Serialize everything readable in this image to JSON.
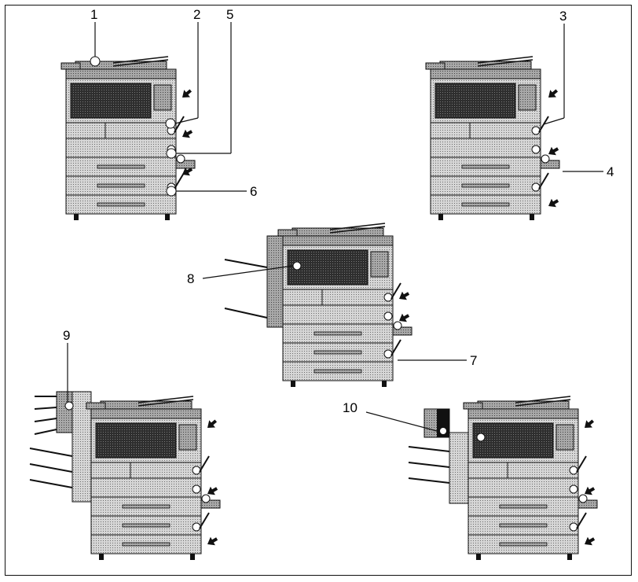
{
  "figure": {
    "description_labels": [
      "1",
      "2",
      "3",
      "4",
      "5",
      "6",
      "7",
      "8",
      "9",
      "10"
    ]
  },
  "callouts": [
    {
      "id": "1",
      "label": "1"
    },
    {
      "id": "2",
      "label": "2"
    },
    {
      "id": "3",
      "label": "3"
    },
    {
      "id": "4",
      "label": "4"
    },
    {
      "id": "5",
      "label": "5"
    },
    {
      "id": "6",
      "label": "6"
    },
    {
      "id": "7",
      "label": "7"
    },
    {
      "id": "8",
      "label": "8"
    },
    {
      "id": "9",
      "label": "9"
    },
    {
      "id": "10",
      "label": "10"
    }
  ],
  "colors": {
    "line": "#111111",
    "panel_dark": "#3a3a3a",
    "panel_mid": "#9a9a9a",
    "panel_light": "#cfcfcf",
    "background": "#ffffff"
  }
}
